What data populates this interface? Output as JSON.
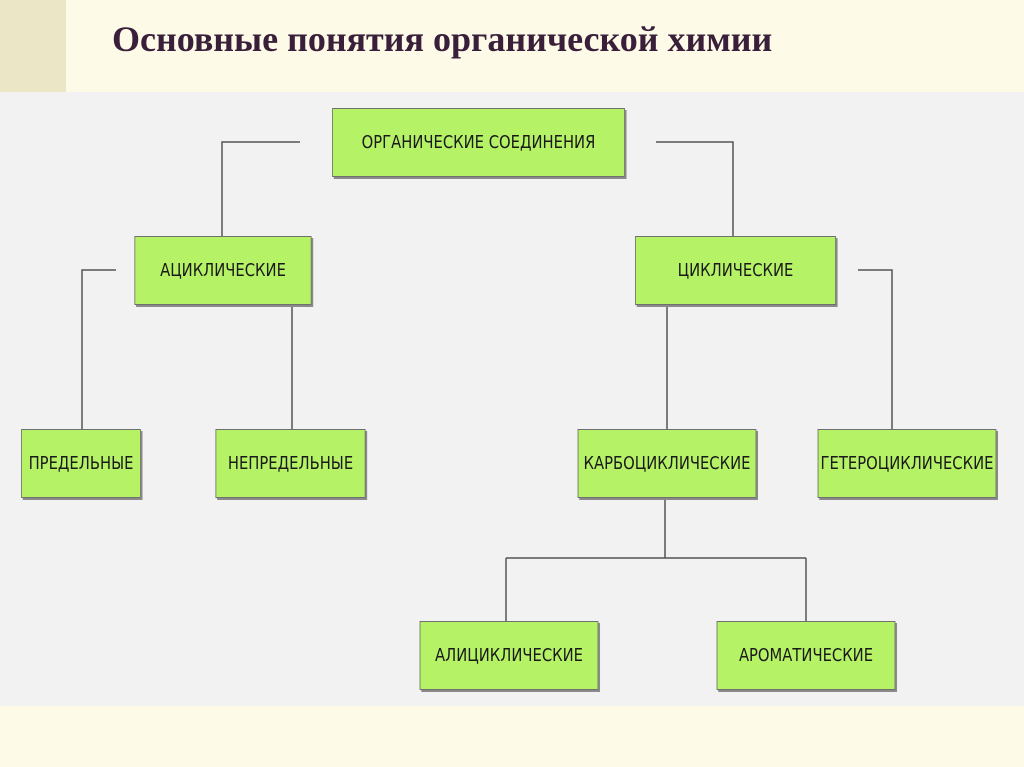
{
  "slide": {
    "title": "Основные понятия органической химии",
    "colors": {
      "background": "#fdfbe8",
      "panel": "#f2f2f2",
      "node_fill": "#b6f266",
      "title_text": "#3a1f3a",
      "connector": "#555555"
    }
  },
  "diagram": {
    "root": "ОРГАНИЧЕСКИЕ СОЕДИНЕНИЯ",
    "acyclic": "АЦИКЛИЧЕСКИЕ",
    "cyclic": "ЦИКЛИЧЕСКИЕ",
    "saturated": "ПРЕДЕЛЬНЫЕ",
    "unsaturated": "НЕПРЕДЕЛЬНЫЕ",
    "carbocyclic": "КАРБОЦИКЛИЧЕСКИЕ",
    "heterocyclic": "ГЕТЕРОЦИКЛИЧЕСКИЕ",
    "alicyclic": "АЛИЦИКЛИЧЕСКИЕ",
    "aromatic": "АРОМАТИЧЕСКИЕ"
  }
}
